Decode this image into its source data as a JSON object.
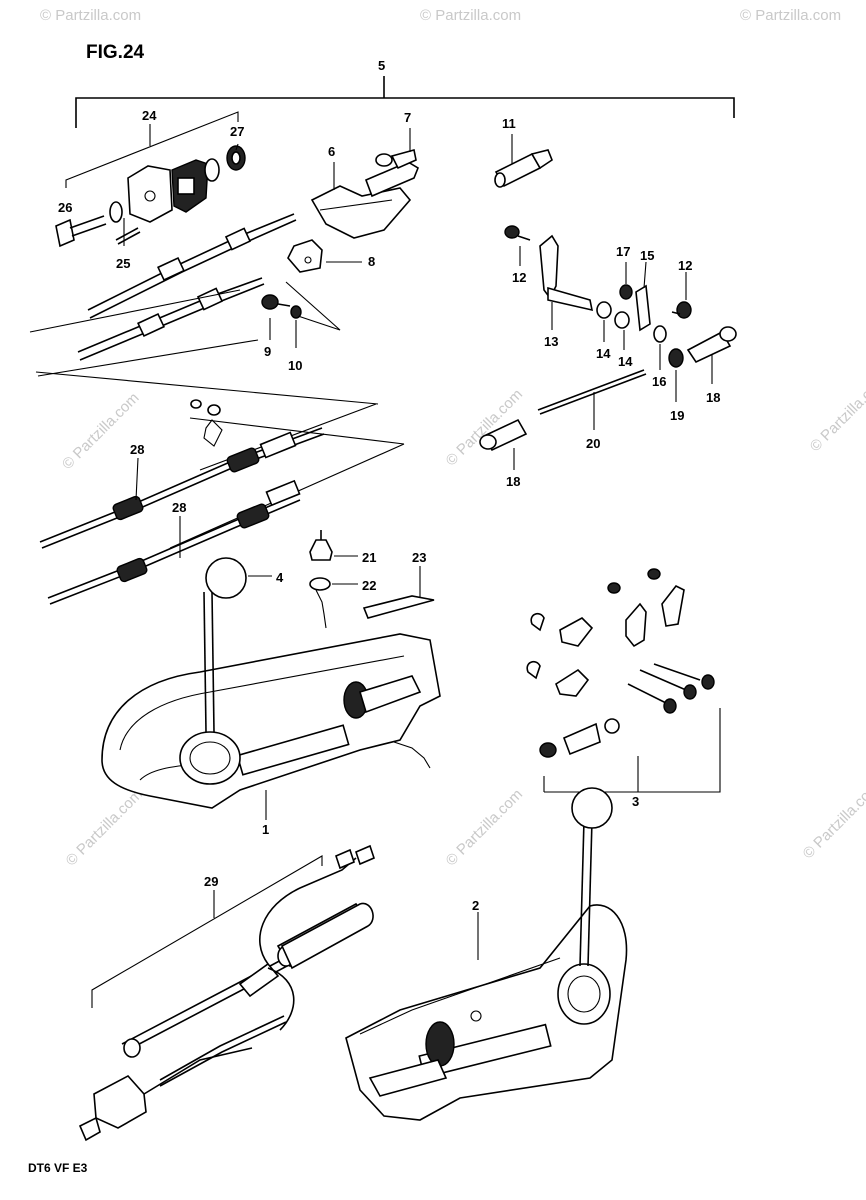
{
  "figure": {
    "title": "FIG.24",
    "model_code": "DT6 VF E3"
  },
  "watermark": "© Partzilla.com",
  "callouts": {
    "c1": "1",
    "c2": "2",
    "c3": "3",
    "c4": "4",
    "c5": "5",
    "c6": "6",
    "c7": "7",
    "c8": "8",
    "c9": "9",
    "c10": "10",
    "c11": "11",
    "c12a": "12",
    "c12b": "12",
    "c13": "13",
    "c14a": "14",
    "c14b": "14",
    "c15": "15",
    "c16": "16",
    "c17": "17",
    "c18a": "18",
    "c18b": "18",
    "c19": "19",
    "c20": "20",
    "c21": "21",
    "c22": "22",
    "c23": "23",
    "c24": "24",
    "c25": "25",
    "c26": "26",
    "c27": "27",
    "c28a": "28",
    "c28b": "28",
    "c29": "29"
  }
}
